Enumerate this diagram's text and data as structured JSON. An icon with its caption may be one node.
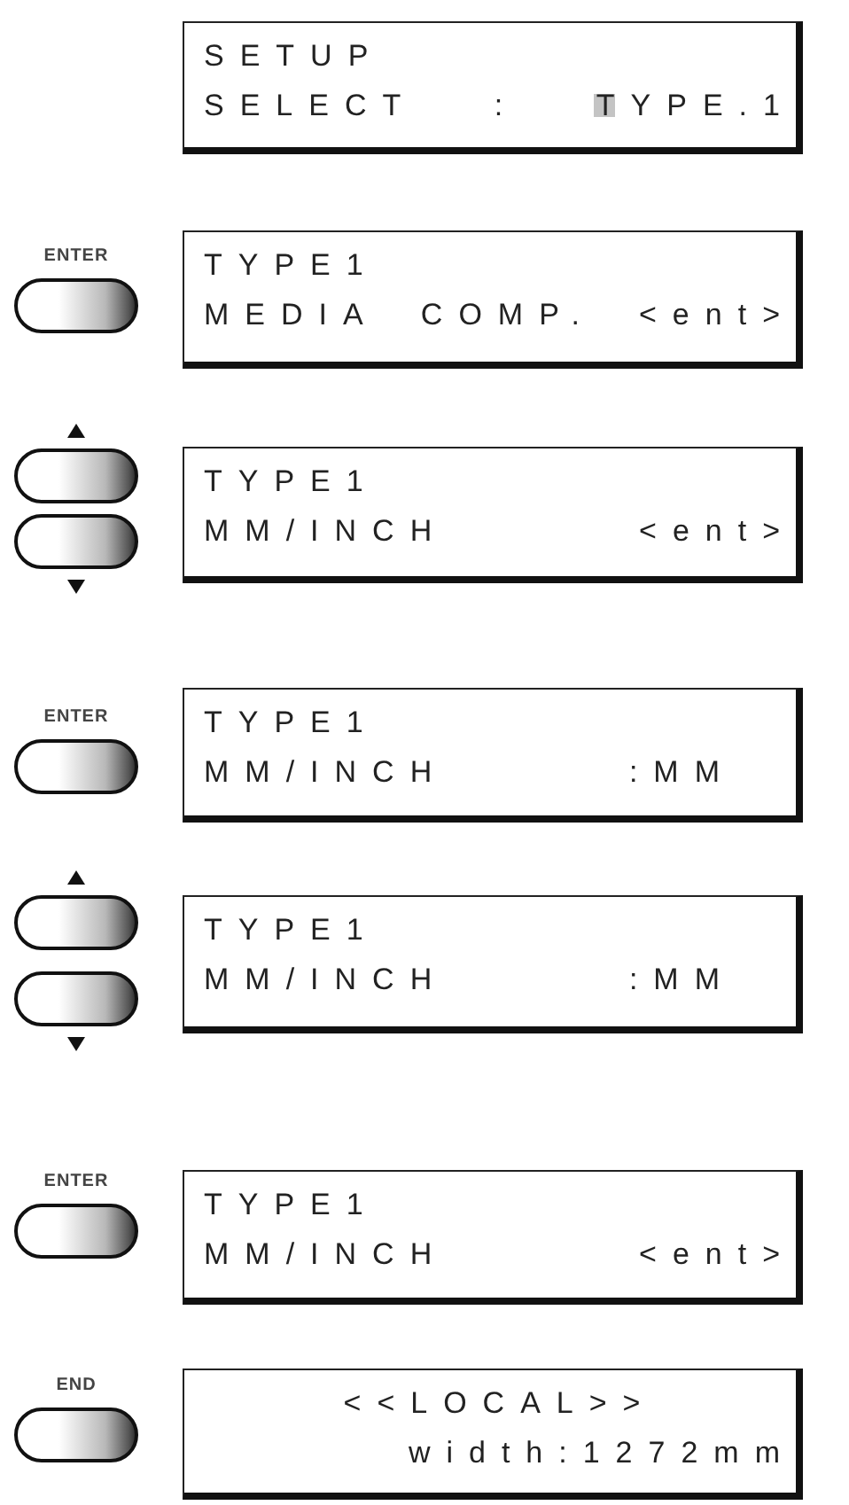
{
  "diagram": {
    "nodes": [
      {
        "text": [
          "SETUP",
          "SELECT : TYPE.1"
        ]
      },
      {
        "text": [
          "ENTER"
        ]
      },
      {
        "text": [
          "TYPE1",
          "MEDIA COMP. <ent>"
        ]
      },
      {
        "text": [],
        "shape": "button"
      },
      {
        "text": [],
        "shape": "button"
      },
      {
        "text": [
          "TYPE1",
          "MM/INCH <ent>"
        ]
      },
      {
        "text": [
          "ENTER"
        ]
      },
      {
        "text": [
          "TYPE1",
          "MM/INCH :MM"
        ]
      },
      {
        "text": [],
        "shape": "button"
      },
      {
        "text": [],
        "shape": "button"
      },
      {
        "text": [
          "TYPE1",
          "MM/INCH :MM"
        ]
      },
      {
        "text": [
          "ENTER"
        ]
      },
      {
        "text": [
          "TYPE1",
          "MM/INCH <ent>"
        ]
      },
      {
        "text": [
          "END"
        ]
      },
      {
        "text": [
          "<<LOCAL>>",
          "width:1272mm"
        ]
      }
    ]
  }
}
